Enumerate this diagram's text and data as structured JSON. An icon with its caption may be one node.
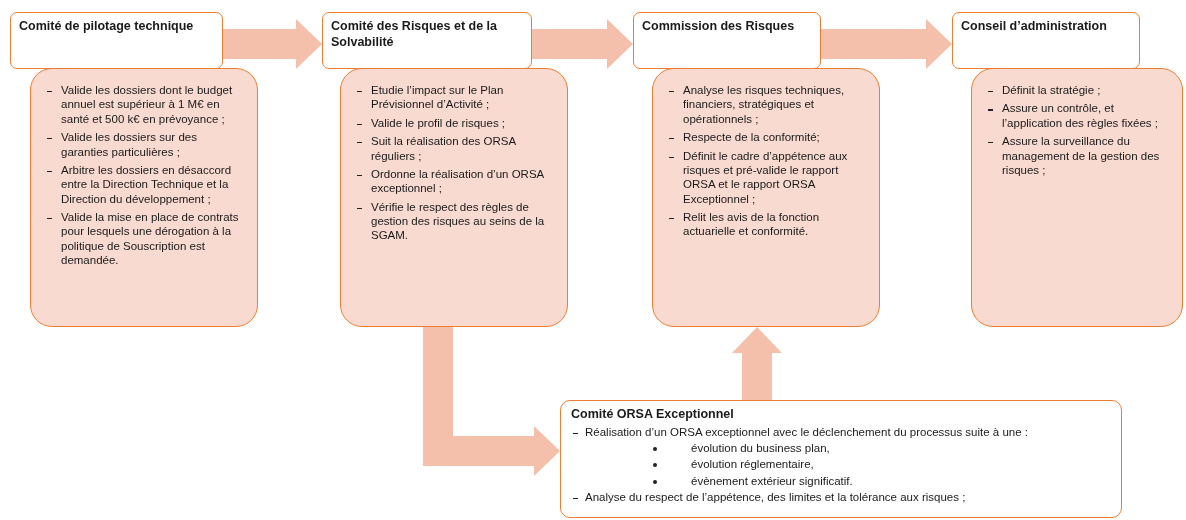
{
  "diagram": {
    "nodes": [
      {
        "text": [
          "Comité de pilotage technique"
        ]
      },
      {
        "text": [
          "Valide les dossiers dont le budget annuel est supérieur à 1 M€ en santé et 500 k€ en prévoyance ;",
          "Valide les dossiers sur des garanties particulières ;",
          "Arbitre les dossiers en désaccord entre la Direction Technique et la Direction du développement ;",
          "Valide la mise en place de contrats pour lesquels une dérogation à la politique de Souscription est demandée."
        ]
      },
      {
        "text": [
          "Comité des Risques et de la Solvabilité"
        ]
      },
      {
        "text": [
          "Etudie l’impact sur le Plan Prévisionnel d’Activité ;",
          "Valide le profil de risques ;",
          "Suit la réalisation des ORSA réguliers ;",
          "Ordonne la réalisation d’un ORSA exceptionnel ;",
          "Vérifie le respect des règles de gestion des risques au seins de la SGAM."
        ]
      },
      {
        "text": [
          "Commission des Risques"
        ]
      },
      {
        "text": [
          "Analyse les risques techniques, financiers, stratégiques et opérationnels ;",
          "Respecte de la conformité;",
          "Définit le cadre d’appétence aux risques et pré-valide le rapport ORSA et le rapport ORSA Exceptionnel ;",
          "Relit les avis de la fonction actuarielle et conformité."
        ]
      },
      {
        "text": [
          "Conseil d’administration"
        ]
      },
      {
        "text": [
          "Définit la stratégie ;",
          "Assure un contrôle, et l’application des règles fixées ;",
          "Assure la surveillance du management de la gestion des risques ;"
        ]
      },
      {
        "text": [
          "Comité ORSA Exceptionnel",
          "Réalisation d’un ORSA exceptionnel avec le déclenchement du processus suite à une :",
          "évolution du business plan,",
          "évolution réglementaire,",
          "évènement extérieur significatif.",
          "Analyse du respect de l’appétence, des limites et la tolérance aux risques ;"
        ]
      }
    ],
    "edges": [
      {
        "from": 0,
        "to": 2,
        "arrow": "to"
      },
      {
        "from": 2,
        "to": 4,
        "arrow": "to"
      },
      {
        "from": 4,
        "to": 6,
        "arrow": "to"
      },
      {
        "from": 3,
        "to": 8,
        "arrow": "to"
      },
      {
        "from": 8,
        "to": 5,
        "arrow": "to"
      }
    ]
  }
}
